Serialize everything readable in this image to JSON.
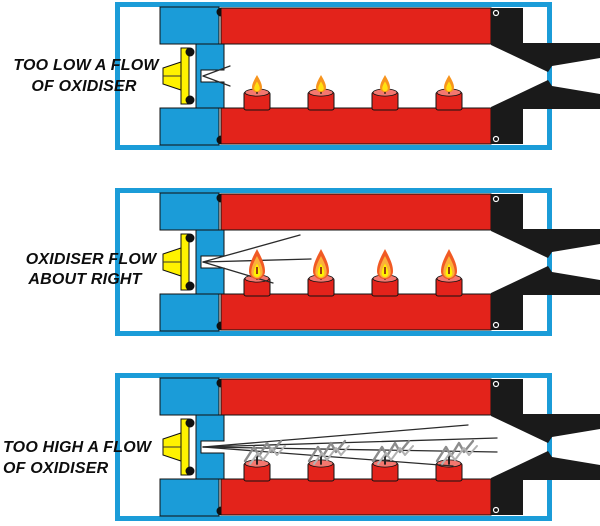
{
  "panels": [
    {
      "id": "too-low",
      "label_line1": "TOO LOW A FLOW",
      "label_line2": "OF OXIDISER",
      "oxidiser_flow": "too low",
      "spray_reach": "short",
      "candle_count": 4,
      "candle_state": "lit, small flames"
    },
    {
      "id": "about-right",
      "label_line1": "OXIDISER FLOW",
      "label_line2": "ABOUT RIGHT",
      "oxidiser_flow": "about right",
      "spray_reach": "medium",
      "candle_count": 4,
      "candle_state": "lit, large flames"
    },
    {
      "id": "too-high",
      "label_line1": "TOO HIGH A FLOW",
      "label_line2": "OF OXIDISER",
      "oxidiser_flow": "too high",
      "spray_reach": "long",
      "candle_count": 4,
      "candle_state": "blown out, smoking"
    }
  ],
  "colors": {
    "case_blue": "#1b9cd8",
    "fuel_grain_red": "#e3231b",
    "valve_yellow": "#fff200",
    "nozzle_black": "#1a1a1a",
    "candle_red": "#e3231b",
    "candle_rim_pink": "#f4776f",
    "flame_outer_orange": "#f15a24",
    "flame_mid_orange": "#fbb03b",
    "flame_core_yellow": "#fff200",
    "smoke_gray": "#8c8c8c",
    "label_black": "#0d0d0d"
  }
}
